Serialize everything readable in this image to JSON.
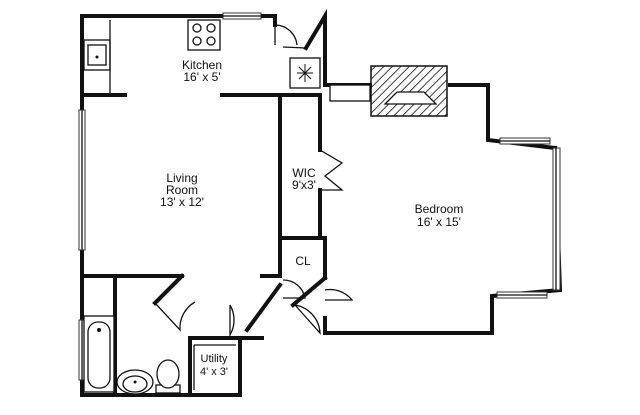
{
  "rooms": {
    "kitchen": {
      "name": "Kitchen",
      "dims": "16' x 5'"
    },
    "living": {
      "name_line1": "Living",
      "name_line2": "Room",
      "dims": "13' x 12'"
    },
    "wic": {
      "name": "WIC",
      "dims": "9'x3'"
    },
    "closet": {
      "name": "CL"
    },
    "bedroom": {
      "name": "Bedroom",
      "dims": "16' x 15'"
    },
    "utility": {
      "name": "Utility",
      "dims": "4' x 3'"
    }
  },
  "fixtures": [
    "stove",
    "kitchen-sink",
    "fridge",
    "fireplace",
    "bathtub",
    "bathroom-sink",
    "toilet"
  ],
  "colors": {
    "walls": "#111111",
    "background": "#ffffff"
  }
}
